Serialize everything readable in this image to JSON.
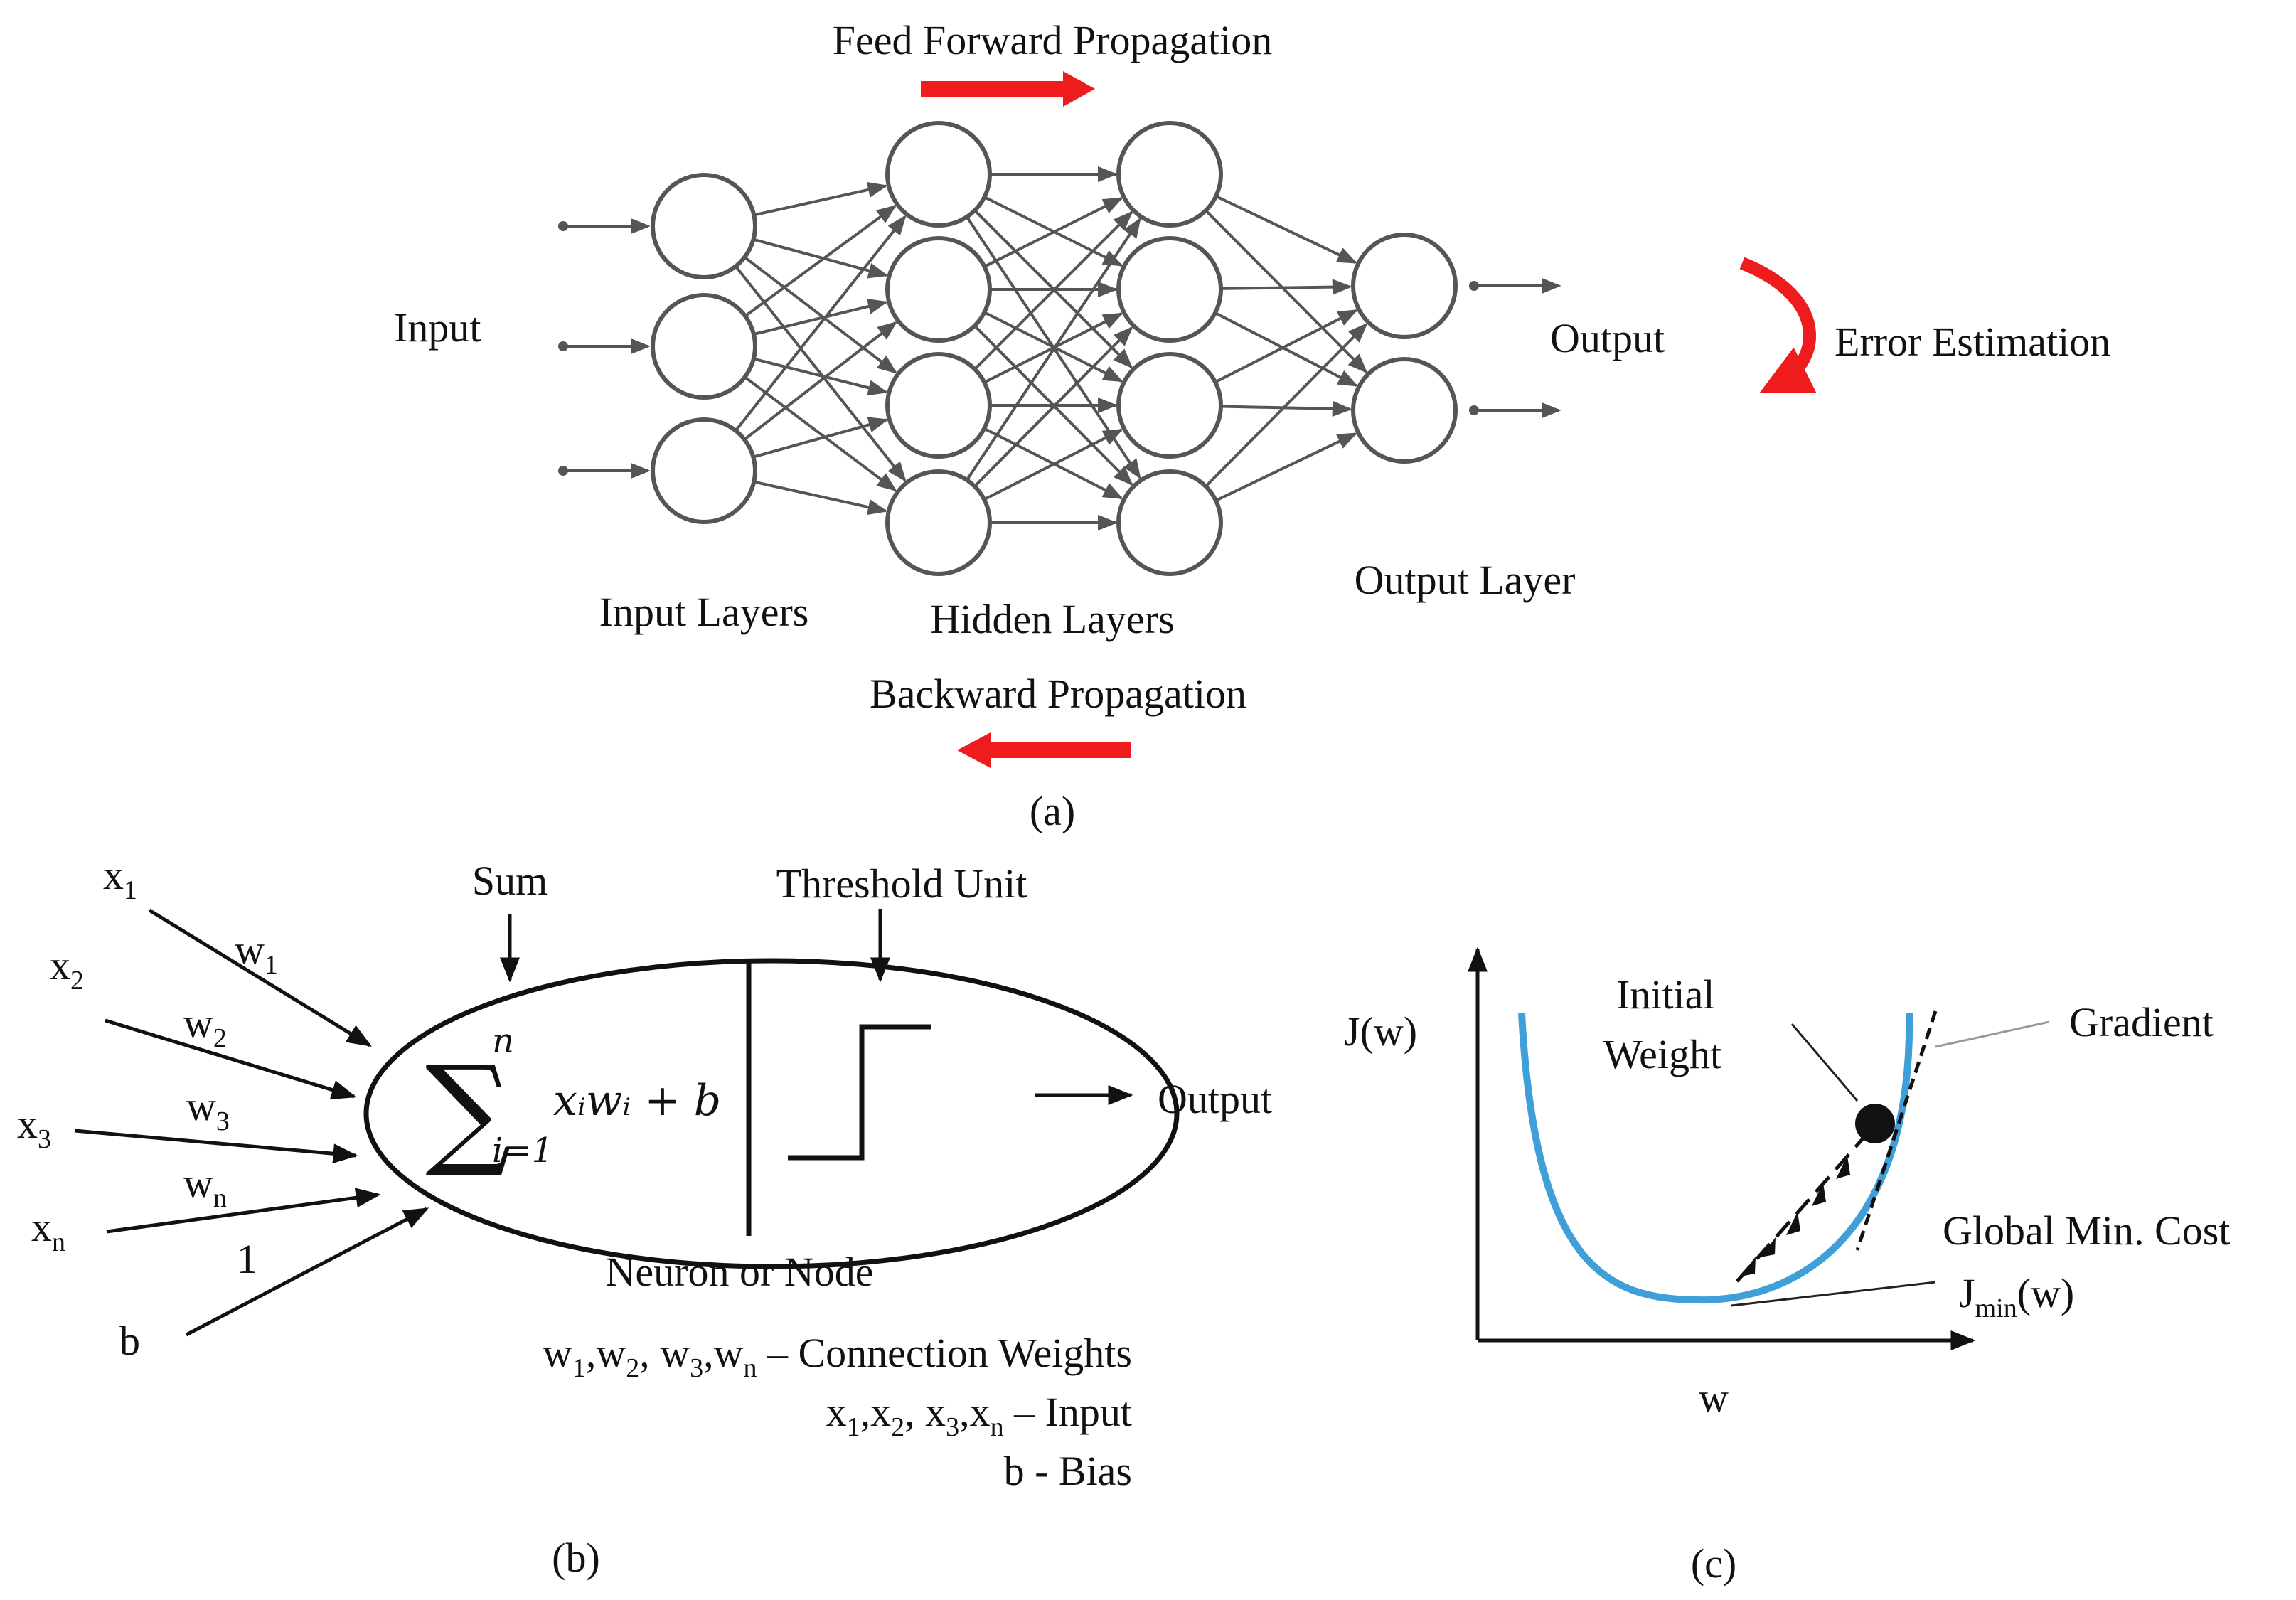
{
  "panel_a": {
    "feed_forward": "Feed Forward Propagation",
    "input": "Input",
    "output": "Output",
    "error_estimation": "Error Estimation",
    "input_layers": "Input Layers",
    "hidden_layers": "Hidden Layers",
    "output_layer": "Output Layer",
    "backward": "Backward Propagation",
    "caption": "(a)",
    "layer_sizes": [
      3,
      4,
      4,
      2
    ]
  },
  "panel_b": {
    "inputs": [
      {
        "base": "x",
        "sub": "1"
      },
      {
        "base": "x",
        "sub": "2"
      },
      {
        "base": "x",
        "sub": "3"
      },
      {
        "base": "x",
        "sub": "n"
      },
      {
        "base": "b",
        "sub": ""
      }
    ],
    "weights": [
      {
        "base": "w",
        "sub": "1"
      },
      {
        "base": "w",
        "sub": "2"
      },
      {
        "base": "w",
        "sub": "3"
      },
      {
        "base": "w",
        "sub": "n"
      },
      {
        "base": "1",
        "sub": ""
      }
    ],
    "sum": "Sum",
    "threshold_unit": "Threshold Unit",
    "formula": {
      "upper": "n",
      "lower": "i=1",
      "body": "xᵢwᵢ + b"
    },
    "output": "Output",
    "neuron": "Neuron or Node",
    "legend_weights": "– Connection Weights",
    "legend_input": "– Input",
    "legend_bias": "b - Bias",
    "caption": "(b)"
  },
  "panel_c": {
    "ylabel": "J(w)",
    "xlabel": "w",
    "initial_line1": "Initial",
    "initial_line2": "Weight",
    "gradient": "Gradient",
    "global_min": "Global Min. Cost",
    "jmin_base": "J",
    "jmin_sub": "min",
    "jmin_arg": "(w)",
    "caption": "(c)",
    "curve_color": "#3e9fd9"
  },
  "colors": {
    "accent": "#ee1c1c",
    "node_stroke": "#555555"
  }
}
